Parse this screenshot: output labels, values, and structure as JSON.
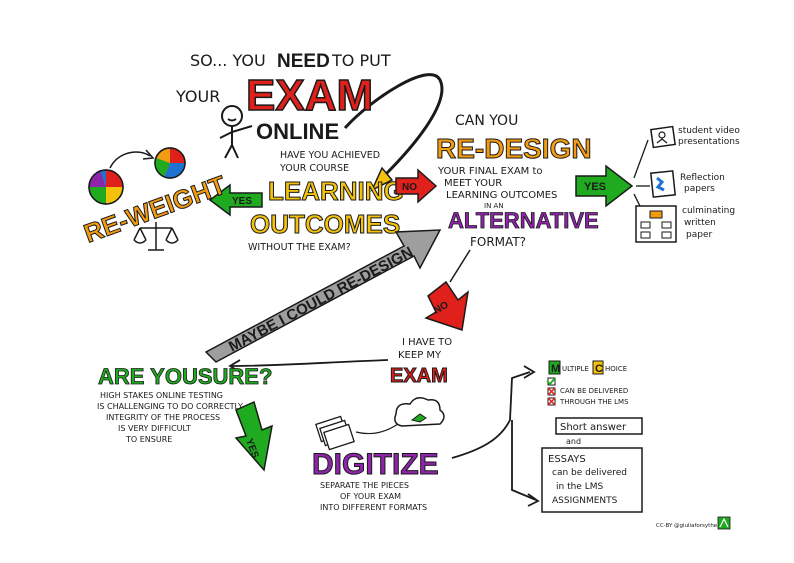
{
  "colors": {
    "ink": "#1a1a1a",
    "red": "#e0201b",
    "orange": "#f39c12",
    "yellow": "#f4c20d",
    "green": "#1faa1f",
    "purple": "#8e24aa",
    "gray": "#9e9e9e",
    "blue": "#1e73d2"
  },
  "title": {
    "line1_prefix": "SO... YOU",
    "line1_need": "NEED",
    "line1_suffix": "TO PUT",
    "your": "YOUR",
    "exam": "EXAM",
    "online": "ONLINE"
  },
  "question1": {
    "line1": "HAVE YOU ACHIEVED",
    "line2": "YOUR COURSE",
    "big1": "LEARNING",
    "big2": "OUTCOMES",
    "line3": "WITHOUT THE EXAM?"
  },
  "arrows": {
    "yes_left": "YES",
    "no_right": "NO",
    "yes_right": "YES",
    "no_down": "NO",
    "yes_down": "YES",
    "maybe": "MAYBE I COULD RE-DESIGN"
  },
  "reweight": {
    "label": "RE-WEIGHT"
  },
  "question2": {
    "line1": "CAN YOU",
    "big": "RE-DESIGN",
    "line2": "YOUR FINAL EXAM to",
    "line3": "MEET YOUR",
    "line4": "LEARNING OUTCOMES",
    "line5": "IN AN",
    "big2": "ALTERNATIVE",
    "line6": "FORMAT?"
  },
  "alternatives": [
    {
      "line1": "student video",
      "line2": "presentations"
    },
    {
      "line1": "Reflection",
      "line2": "papers"
    },
    {
      "line1": "culminating",
      "line2": "written",
      "line3": "paper"
    }
  ],
  "keep_exam": {
    "line1": "I HAVE TO",
    "line2": "KEEP MY",
    "big": "EXAM"
  },
  "are_you_sure": {
    "big": "ARE YOUSURE?",
    "lines": [
      "HIGH STAKES ONLINE TESTING",
      "IS CHALLENGING TO DO CORRECTLY",
      "INTEGRITY OF THE PROCESS",
      "IS VERY DIFFICULT",
      "TO ENSURE"
    ]
  },
  "digitize": {
    "big": "DIGITIZE",
    "lines": [
      "SEPARATE THE PIECES",
      "OF YOUR EXAM",
      "INTO DIFFERENT FORMATS"
    ]
  },
  "formats": {
    "mc_m": "M",
    "mc_ultiple": "ULTIPLE",
    "mc_c": "C",
    "mc_hoice": "HOICE",
    "mc_line1": "CAN BE DELIVERED",
    "mc_line2": "THROUGH THE LMS",
    "short_answer": "Short answer",
    "and": "and",
    "essays_line1": "ESSAYS",
    "essays_line2": "can be delivered",
    "essays_line3": "in the LMS",
    "essays_line4": "ASSIGNMENTS"
  },
  "credit": "CC-BY @giuliaforsythe"
}
